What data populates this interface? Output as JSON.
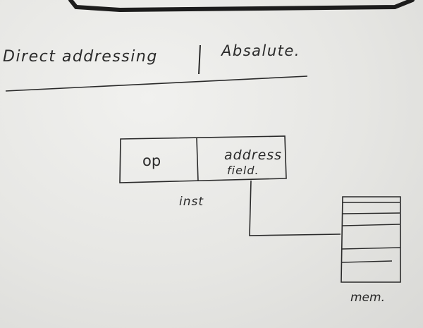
{
  "heading": {
    "left": "Direct addressing",
    "right": "Absalute."
  },
  "instruction": {
    "op_field": "op",
    "address_field_line1": "address",
    "address_field_line2": "field.",
    "label": "inst"
  },
  "memory": {
    "label": "mem."
  }
}
